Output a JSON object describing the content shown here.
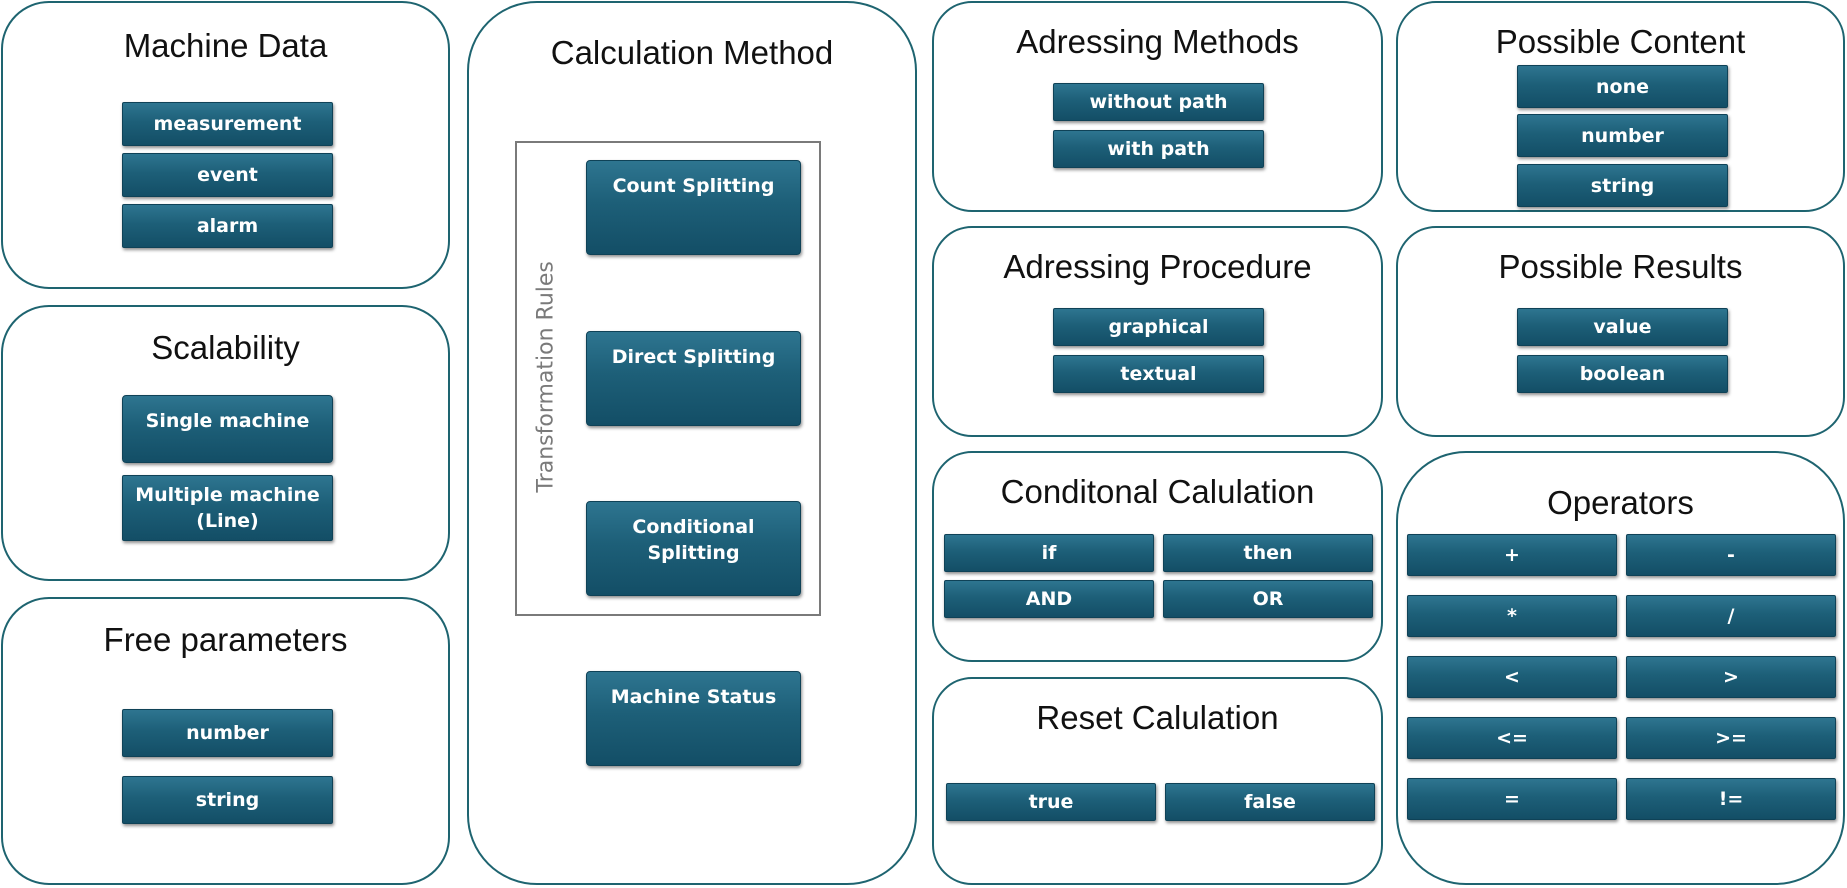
{
  "machine_data": {
    "title": "Machine Data",
    "items": [
      "measurement",
      "event",
      "alarm"
    ]
  },
  "scalability": {
    "title": "Scalability",
    "single": "Single machine",
    "multiple_line1": "Multiple machine",
    "multiple_line2": "(Line)"
  },
  "free_parameters": {
    "title": "Free parameters",
    "items": [
      "number",
      "string"
    ]
  },
  "calculation_method": {
    "title": "Calculation Method",
    "group_label": "Transformation Rules",
    "rules": [
      "Count Splitting",
      "Direct Splitting",
      "Conditional Splitting"
    ],
    "machine_status": "Machine Status"
  },
  "addressing_methods": {
    "title": "Adressing Methods",
    "items": [
      "without path",
      "with path"
    ]
  },
  "addressing_procedure": {
    "title": "Adressing Procedure",
    "items": [
      "graphical",
      "textual"
    ]
  },
  "conditional_calculation": {
    "title": "Conditonal Calulation",
    "items": [
      "if",
      "then",
      "AND",
      "OR"
    ]
  },
  "reset_calculation": {
    "title": "Reset Calulation",
    "items": [
      "true",
      "false"
    ]
  },
  "possible_content": {
    "title": "Possible Content",
    "items": [
      "none",
      "number",
      "string"
    ]
  },
  "possible_results": {
    "title": "Possible Results",
    "items": [
      "value",
      "boolean"
    ]
  },
  "operators": {
    "title": "Operators",
    "items": [
      "+",
      "-",
      "*",
      "/",
      "<",
      ">",
      "<=",
      ">=",
      "=",
      "!="
    ]
  },
  "colors": {
    "border": "#1e6470",
    "button": "#1d5f78",
    "group_border": "#7a7a7a"
  }
}
